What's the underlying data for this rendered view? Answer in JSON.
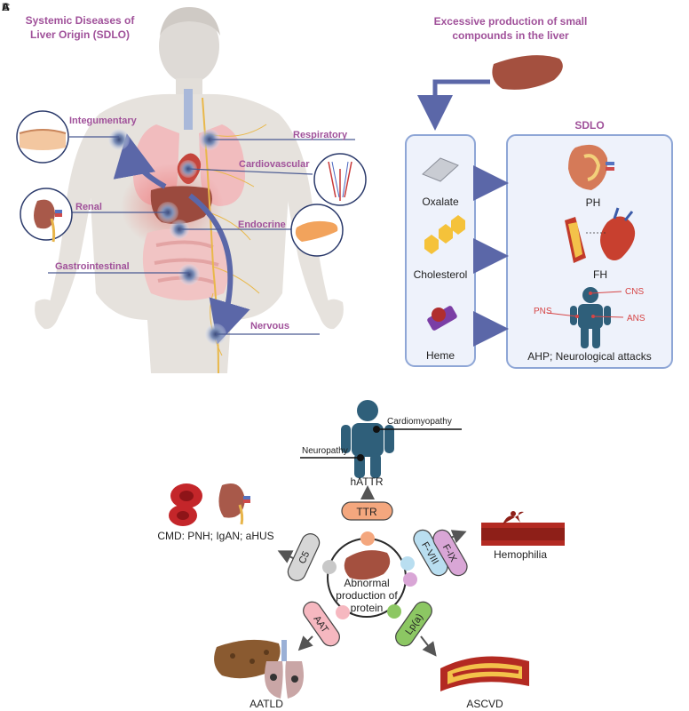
{
  "panel_labels": {
    "top_left": "A",
    "top_right": "B",
    "bottom": "C"
  },
  "panel_a": {
    "title_line1": "Systemic Diseases of",
    "title_line2": "Liver Origin (SDLO)",
    "organs": {
      "integumentary": "Integumentary",
      "respiratory": "Respiratory",
      "cardiovascular": "Cardiovascular",
      "renal": "Renal",
      "endocrine": "Endocrine",
      "gastrointestinal": "Gastrointestinal",
      "nervous": "Nervous"
    }
  },
  "panel_b": {
    "title_line1": "Excessive production of small",
    "title_line2": "compounds in the liver",
    "compounds": [
      "Oxalate",
      "Cholesterol",
      "Heme"
    ],
    "sdlo_title": "SDLO",
    "diseases": [
      "PH",
      "FH",
      "AHP; Neurological attacks"
    ],
    "nerve_labels": {
      "cns": "CNS",
      "pns": "PNS",
      "ans": "ANS"
    }
  },
  "panel_c": {
    "center_line1": "Abnormal",
    "center_line2": "production of",
    "center_line3": "protein",
    "proteins": {
      "ttr": "TTR",
      "fix": "F-IX",
      "fviii": "F-VIII",
      "lpa": "Lp(a)",
      "aat": "AAT",
      "c5": "C5"
    },
    "outcomes": {
      "hattr": "hATTR",
      "hemophilia": "Hemophilia",
      "ascvd": "ASCVD",
      "aatld": "AATLD",
      "cmd": "CMD: PNH; IgAN; aHUS"
    },
    "hattr_features": {
      "cardiomyopathy": "Cardiomyopathy",
      "neuropathy": "Neuropathy"
    }
  },
  "colors": {
    "title_purple": "#a0519a",
    "arrow_blue": "#5b67a8",
    "panel_bg": "#eef2fb",
    "panel_border": "#8ea6d6",
    "ttr": "#f4a77e",
    "fix": "#d9a6d6",
    "fviii": "#b9def0",
    "lpa": "#8cc763",
    "aat": "#f6b8c0",
    "c5": "#d6d6d6"
  }
}
